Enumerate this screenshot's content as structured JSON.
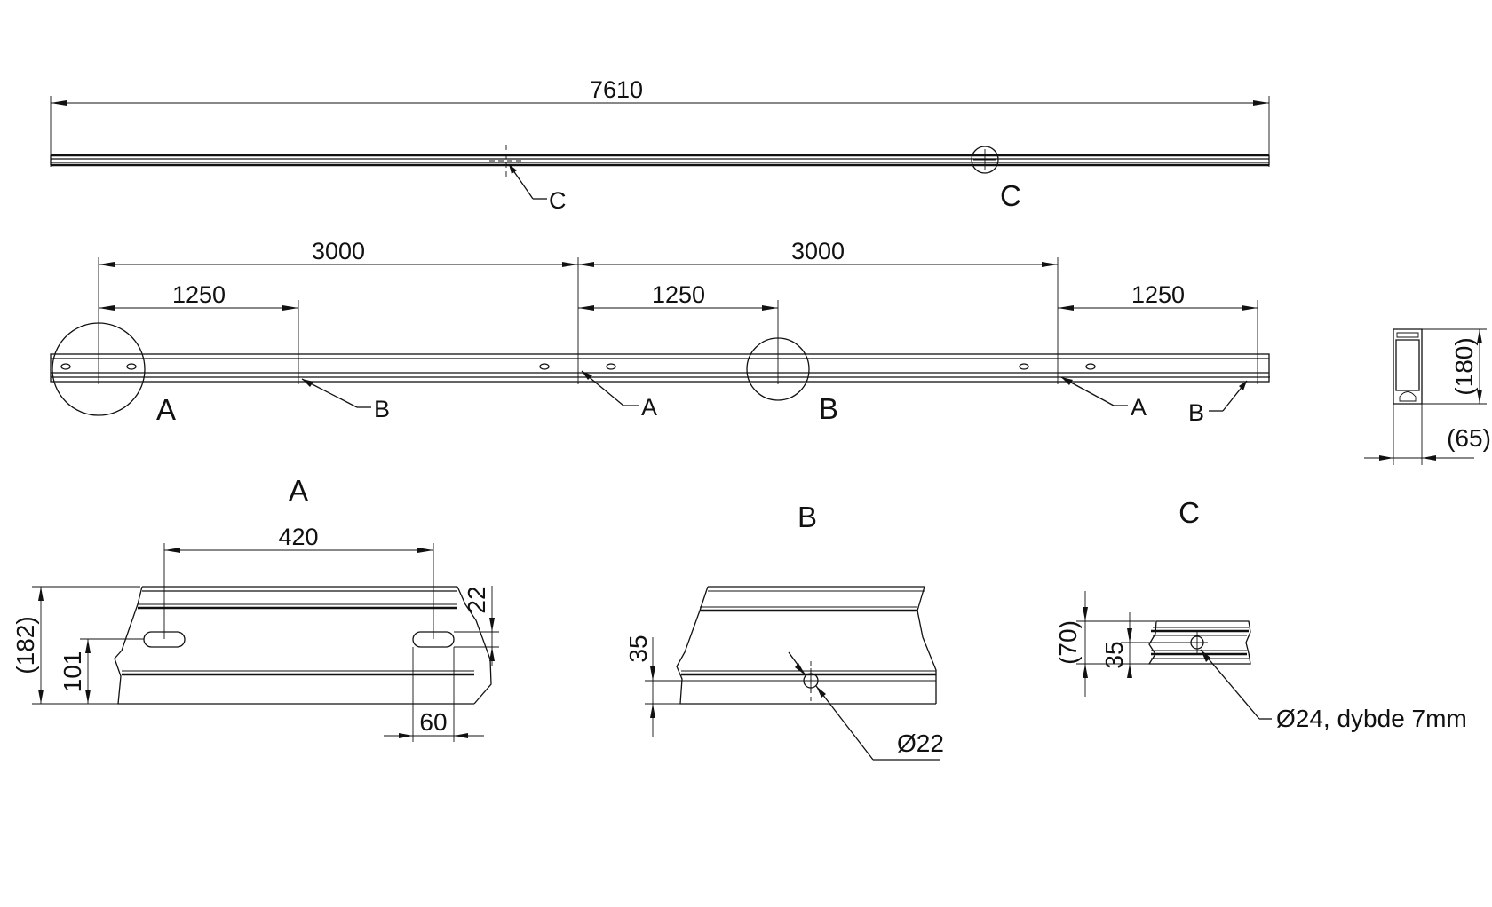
{
  "overall": {
    "length": "7610",
    "detail_c_ref": "C",
    "circle_c_label": "C"
  },
  "spacing": {
    "span_left": "3000",
    "span_right": "3000",
    "sub_left": "1250",
    "sub_mid": "1250",
    "sub_right": "1250",
    "circle_a_label": "A",
    "circle_b_label": "B",
    "ref_b_1": "B",
    "ref_a_1": "A",
    "ref_a_2": "A",
    "ref_b_2": "B"
  },
  "section": {
    "height": "(180)",
    "width": "(65)"
  },
  "detail_a": {
    "title": "A",
    "slot_pitch": "420",
    "height_total": "(182)",
    "height_slot": "101",
    "slot_height": "22",
    "slot_width": "60"
  },
  "detail_b": {
    "title": "B",
    "hole_height": "35",
    "hole_dia": "Ø22"
  },
  "detail_c": {
    "title": "C",
    "height_total": "(70)",
    "hole_height": "35",
    "hole_note": "Ø24, dybde 7mm"
  }
}
